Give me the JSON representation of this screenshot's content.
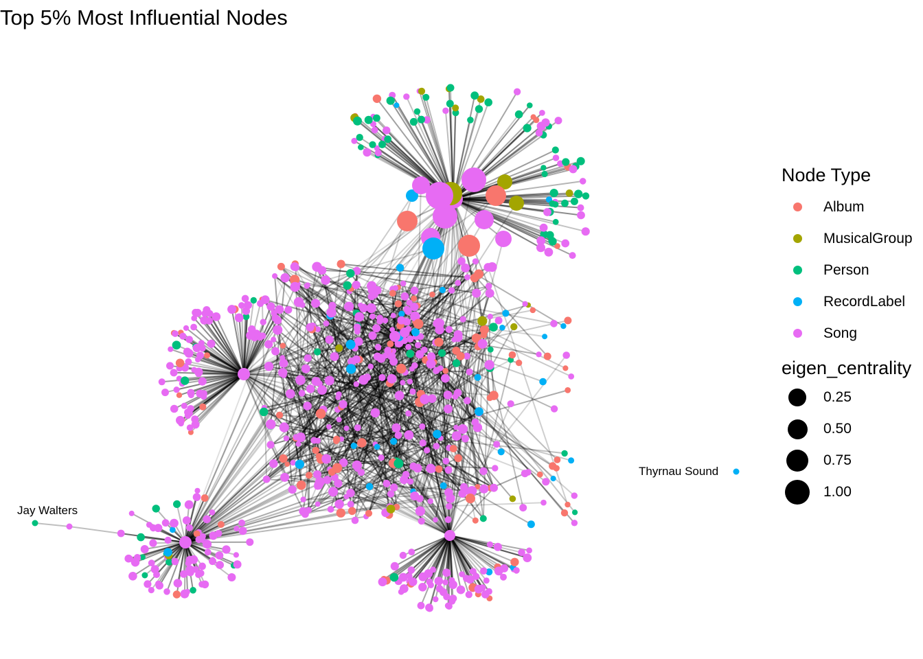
{
  "title": "Top 5% Most Influential Nodes",
  "legend": {
    "type_title": "Node Type",
    "types": [
      {
        "label": "Album",
        "color": "#F8766D"
      },
      {
        "label": "MusicalGroup",
        "color": "#A3A500"
      },
      {
        "label": "Person",
        "color": "#00BF7D"
      },
      {
        "label": "RecordLabel",
        "color": "#00B0F6"
      },
      {
        "label": "Song",
        "color": "#E76BF3"
      }
    ],
    "size_title": "eigen_centrality",
    "sizes": [
      {
        "label": "0.25",
        "value": 0.25
      },
      {
        "label": "0.50",
        "value": 0.5
      },
      {
        "label": "0.75",
        "value": 0.75
      },
      {
        "label": "1.00",
        "value": 1.0
      }
    ]
  },
  "labels": {
    "jay_walters": "Jay Walters",
    "thyrnau_sound": "Thyrnau Sound"
  },
  "colors": {
    "edge": "#000000",
    "background": "#ffffff"
  }
}
